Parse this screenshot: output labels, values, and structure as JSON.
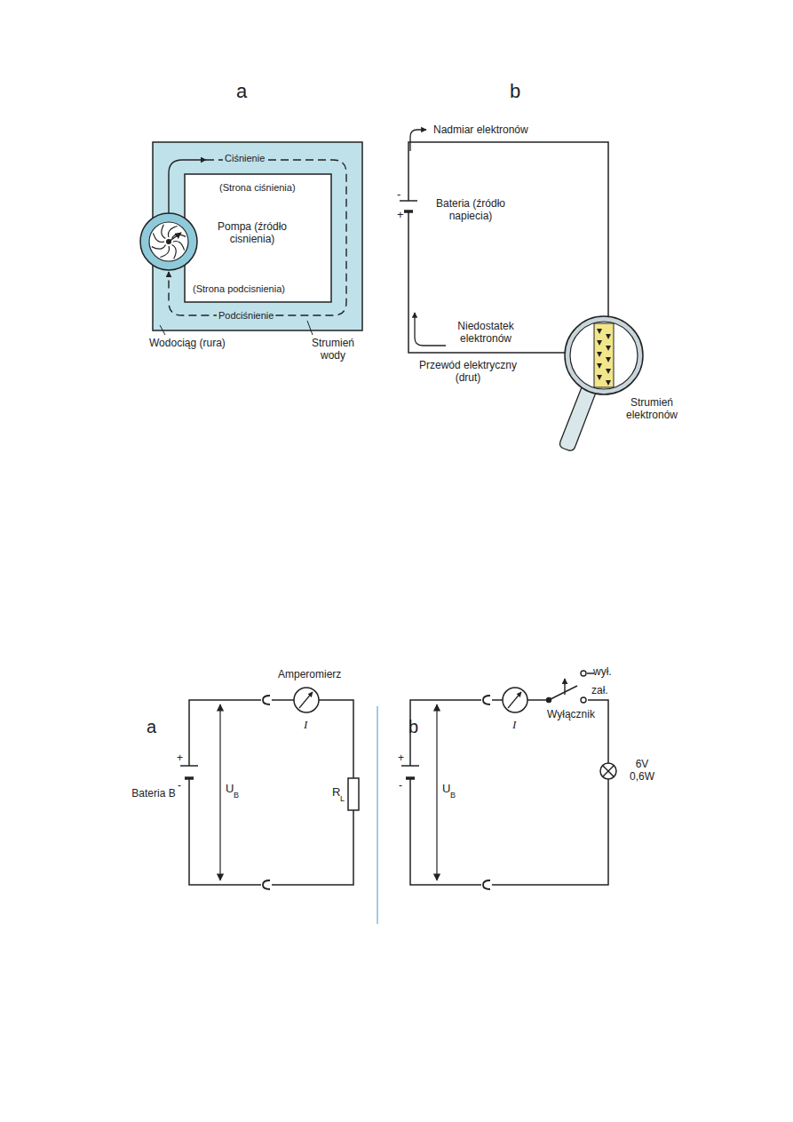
{
  "diagram": {
    "labels": [
      "a",
      "Ciśnienie",
      "(Strona ciśnienia)",
      "Pompa (źródło cisnienia)",
      "(Strona podcisnienia)",
      "Podciśnienie",
      "Wodociąg (rura)",
      "Strumień wody",
      "b",
      "Nadmiar elektronów",
      "-",
      "+",
      "Bateria (źródło napiecia)",
      "Niedostatek elektronów",
      "Przewód elektryczny (drut)",
      "Strumień elektronów",
      "a",
      "Amperomierz",
      "I",
      "+",
      "-",
      "Bateria B",
      "U",
      "B",
      "R",
      "L",
      "b",
      "I",
      "wył.",
      "zał.",
      "Wyłącznik",
      "+",
      "-",
      "U",
      "B",
      "6V 0,6W"
    ]
  }
}
